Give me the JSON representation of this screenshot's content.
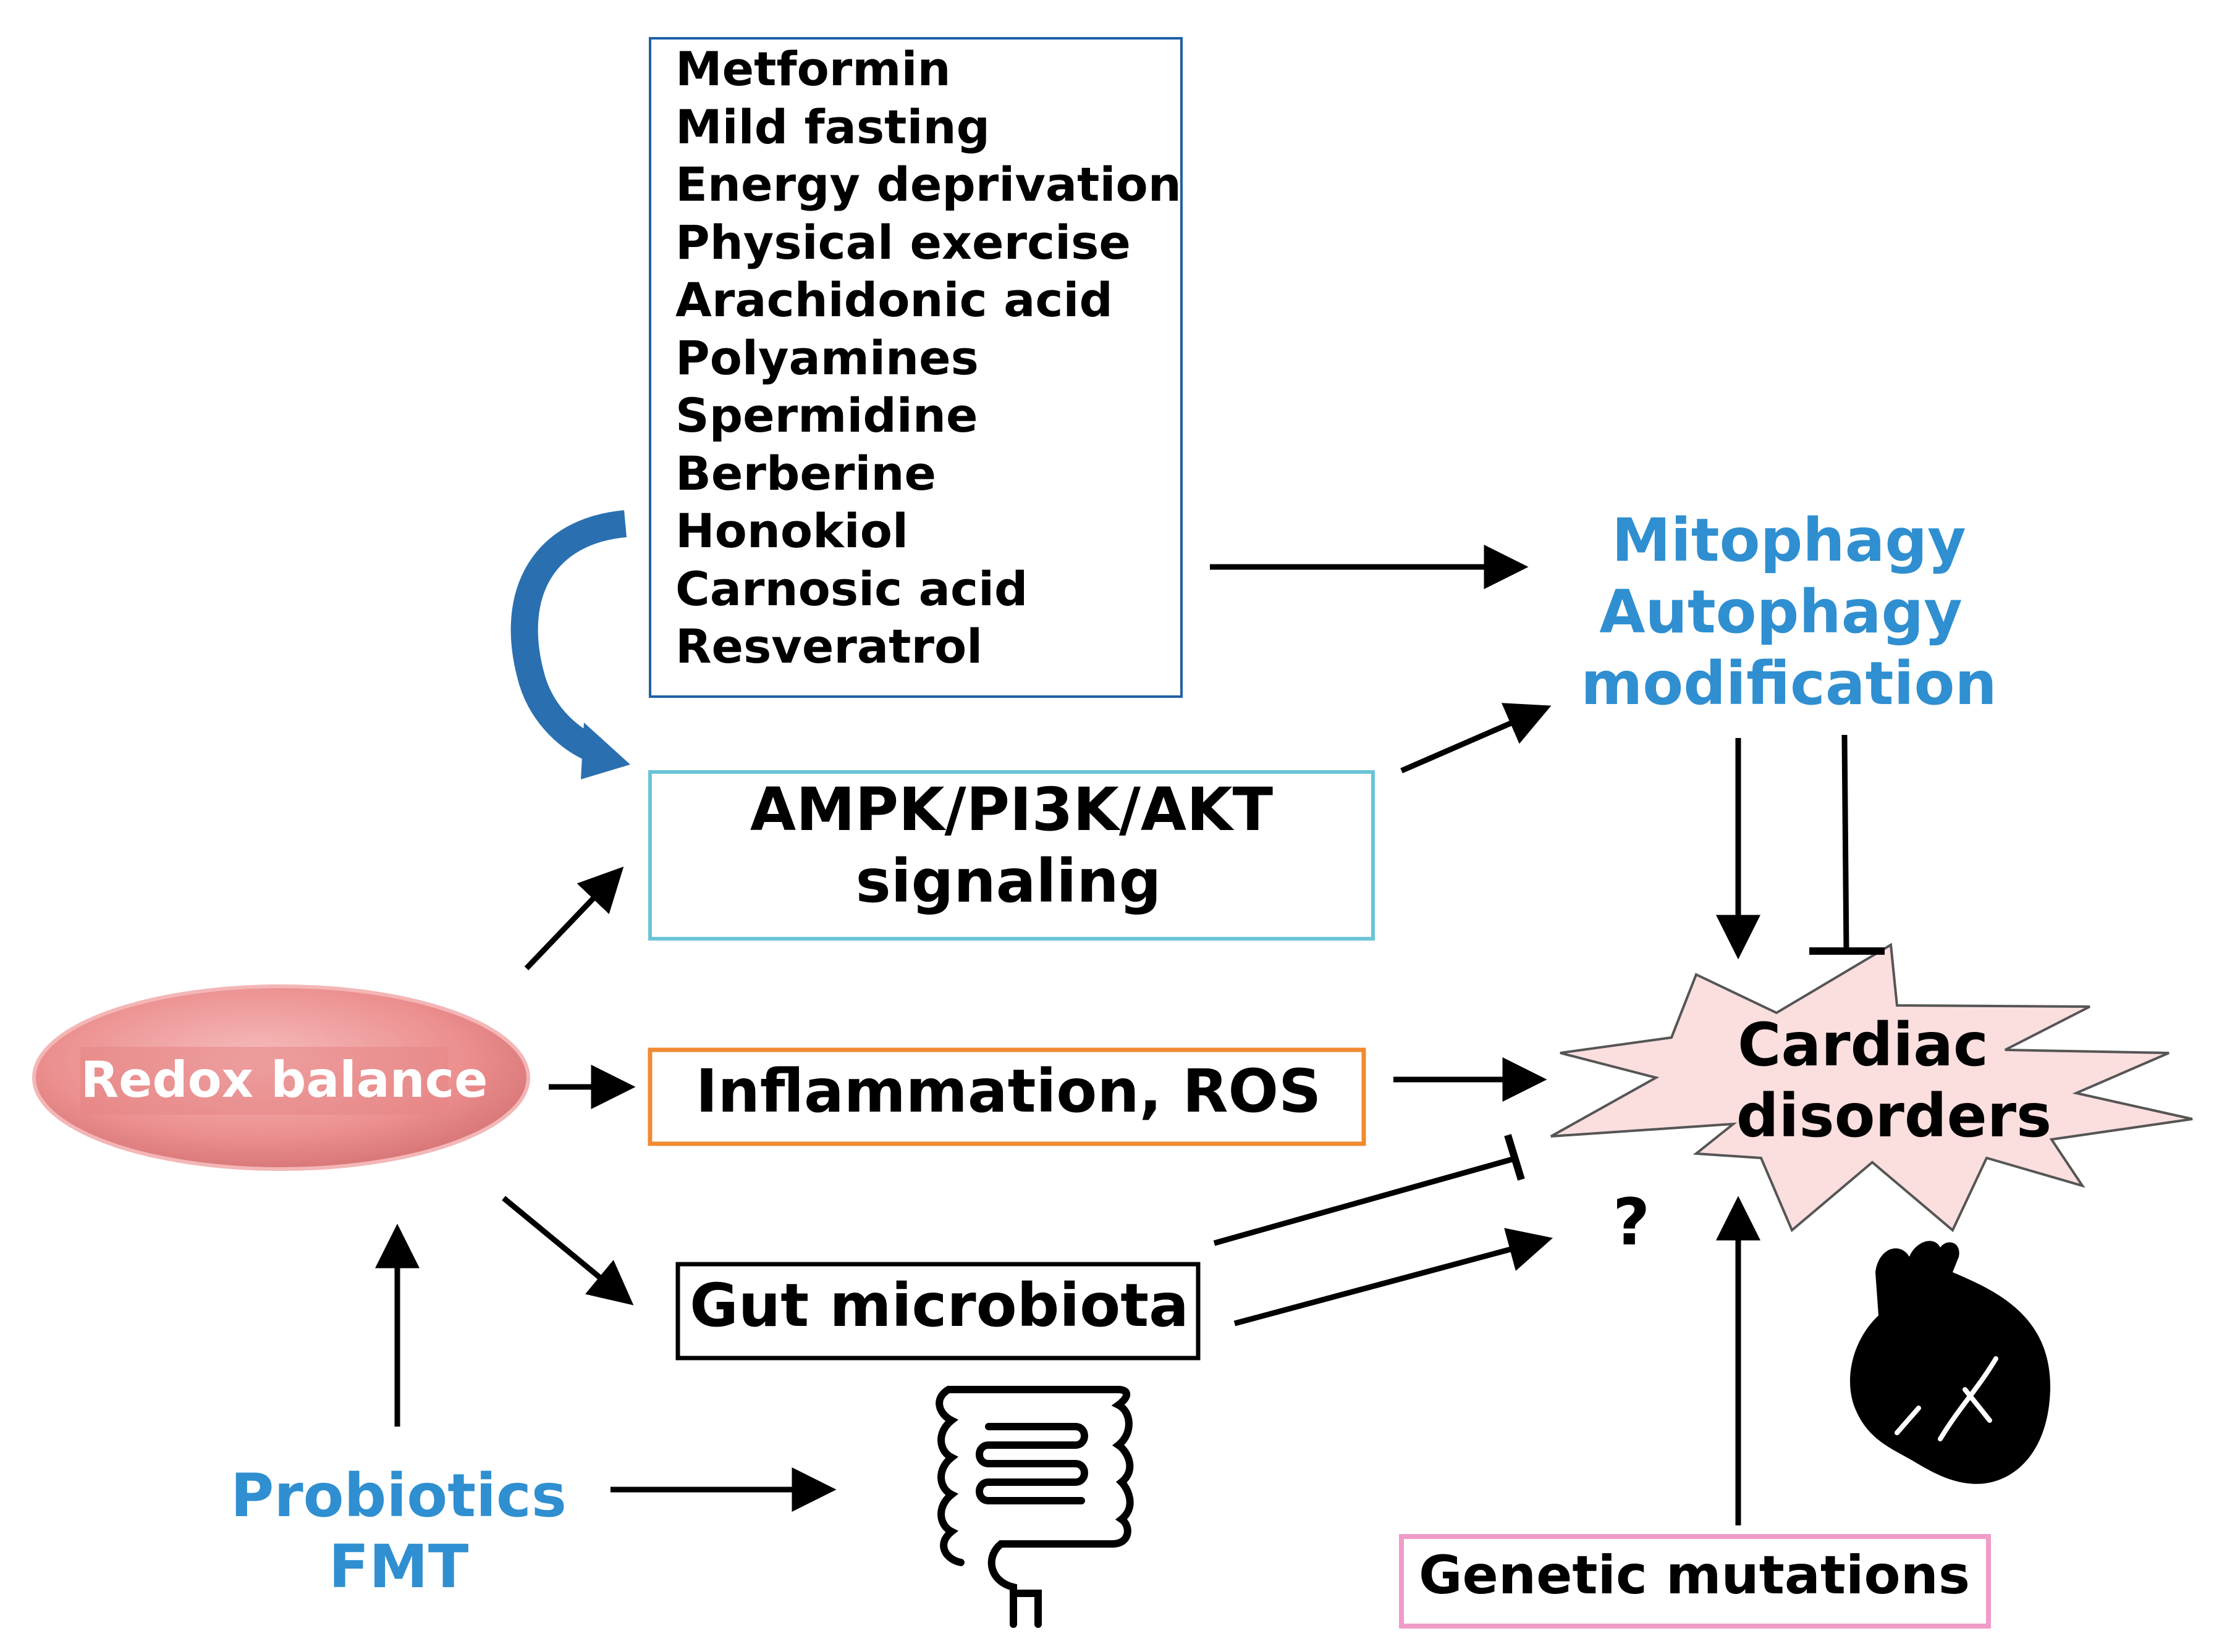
{
  "colors": {
    "blue_text": "#2f8fd0",
    "black": "#000000",
    "list_box_border": "#1f5fa8",
    "ampk_border": "#6cc4d8",
    "inflammation_border": "#f08a32",
    "genetic_border": "#f09cc8",
    "redox_fill": "#ec8f8f",
    "redox_highlight": "#f6bcbc",
    "starburst_fill": "#fbdede",
    "curved_arrow": "#2a70b0"
  },
  "list_box": {
    "items": [
      "Metformin",
      "Mild fasting",
      "Energy deprivation",
      "Physical exercise",
      "Arachidonic acid",
      "Polyamines",
      "Spermidine",
      "Berberine",
      "Honokiol",
      "Carnosic acid",
      "Resveratrol"
    ]
  },
  "mitophagy": {
    "line1": "Mitophagy",
    "line2": "Autophagy",
    "line3": "modification"
  },
  "ampk": {
    "line1": "AMPK/PI3K/AKT",
    "line2": "signaling"
  },
  "redox": {
    "label": "Redox balance"
  },
  "inflammation": {
    "label": "Inflammation, ROS"
  },
  "gut": {
    "label": "Gut microbiota"
  },
  "probiotics": {
    "line1": "Probiotics",
    "line2": "FMT"
  },
  "cardiac": {
    "line1": "Cardiac",
    "line2": "disorders"
  },
  "question": {
    "label": "?"
  },
  "genetic": {
    "label": "Genetic mutations"
  },
  "icons": [
    "intestine-icon",
    "heart-icon",
    "curved-arrow-icon"
  ]
}
